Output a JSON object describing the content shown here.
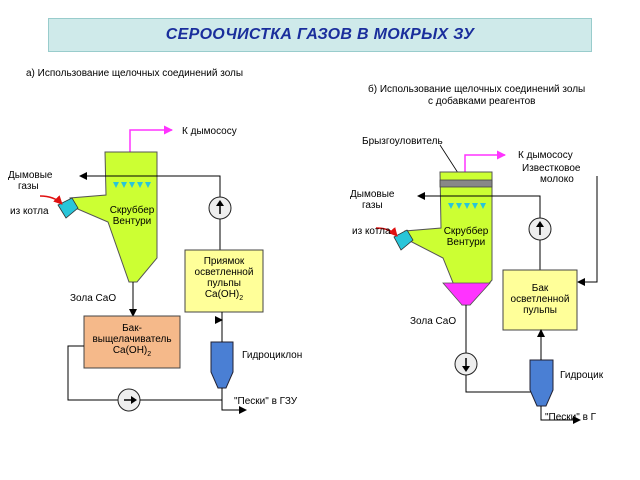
{
  "title": "СЕРООЧИСТКА ГАЗОВ В МОКРЫХ ЗУ",
  "panel_a": {
    "heading": "а) Использование щелочных соединений золы",
    "to_exhauster": "К дымососу",
    "flue_gas_1": "Дымовые",
    "flue_gas_2": "газы",
    "from_boiler": "из котла",
    "scrubber_1": "Скруббер",
    "scrubber_2": "Вентури",
    "ash": "Зола CaO",
    "pit_1": "Приямок",
    "pit_2": "осветленной",
    "pit_3": "пульпы",
    "pit_4": "Ca(OH)",
    "pit_4_sub": "2",
    "tank_1": "Бак-",
    "tank_2": "выщелачиватель",
    "tank_3": "Ca(OH)",
    "tank_3_sub": "2",
    "hydrocyclone": "Гидроциклон",
    "sands": "\"Пески\" в ГЗУ"
  },
  "panel_b": {
    "heading_1": "б) Использование щелочных соединений золы",
    "heading_2": "с добавками реагентов",
    "droplet_catcher": "Брызгоуловитель",
    "to_exhauster": "К дымососу",
    "lime_1": "Известковое",
    "lime_2": "молоко",
    "flue_gas_1": "Дымовые",
    "flue_gas_2": "газы",
    "from_boiler": "из котла",
    "scrubber_1": "Скруббер",
    "scrubber_2": "Вентури",
    "ash": "Зола CaO",
    "tank_1": "Бак",
    "tank_2": "осветленной",
    "tank_3": "пульпы",
    "hydrocyclone": "Гидроцик",
    "sands": "\"Пески\" в Г"
  },
  "colors": {
    "equipment": "#ccff33",
    "tank_orange": "#f5b98a",
    "pit_yellow": "#ffff99",
    "hydrocyclone_blue": "#4a7fd4",
    "exhaust_magenta": "#ff33ff",
    "flue_red": "#e01010",
    "nozzle_cyan": "#29c5d9",
    "title_bg": "#cfeaea",
    "title_text": "#1a2e9c"
  }
}
